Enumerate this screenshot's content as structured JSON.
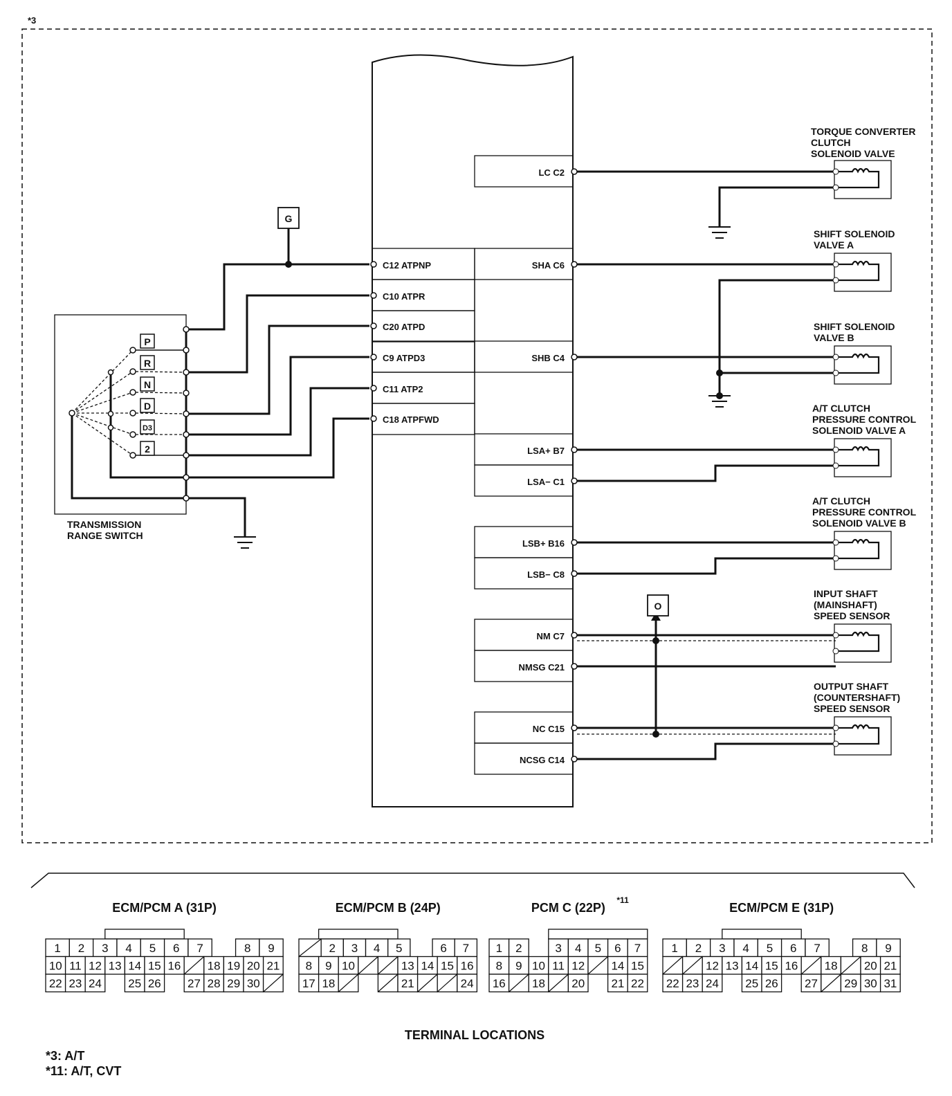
{
  "scope_note": "*3",
  "ecm_pins": {
    "lc_c2": "LC C2",
    "c12_atpnp": "C12 ATPNP",
    "c10_atpr": "C10 ATPR",
    "c20_atpd": "C20 ATPD",
    "c9_atpd3": "C9 ATPD3",
    "c11_atp2": "C11 ATP2",
    "c18_atpfwd": "C18 ATPFWD",
    "sha_c6": "SHA C6",
    "shb_c4": "SHB C4",
    "lsa_plus_b7": "LSA+ B7",
    "lsa_minus_c1": "LSA− C1",
    "lsb_plus_b16": "LSB+ B16",
    "lsb_minus_c8": "LSB− C8",
    "nm_c7": "NM C7",
    "nmsg_c21": "NMSG C21",
    "nc_c15": "NC C15",
    "ncsg_c14": "NCSG C14"
  },
  "markers": {
    "g": "G",
    "o": "O"
  },
  "range_switch": {
    "label_line1": "TRANSMISSION",
    "label_line2": "RANGE SWITCH",
    "positions": [
      "P",
      "R",
      "N",
      "D",
      "D3",
      "2"
    ]
  },
  "components": {
    "tcc_l1": "TORQUE CONVERTER",
    "tcc_l2": "CLUTCH",
    "tcc_l3": "SOLENOID VALVE",
    "ssa_l1": "SHIFT SOLENOID",
    "ssa_l2": "VALVE A",
    "ssb_l1": "SHIFT SOLENOID",
    "ssb_l2": "VALVE B",
    "pca_l1": "A/T CLUTCH",
    "pca_l2": "PRESSURE CONTROL",
    "pca_l3": "SOLENOID VALVE A",
    "pcb_l1": "A/T CLUTCH",
    "pcb_l2": "PRESSURE CONTROL",
    "pcb_l3": "SOLENOID VALVE B",
    "iss_l1": "INPUT SHAFT",
    "iss_l2": "(MAINSHAFT)",
    "iss_l3": "SPEED SENSOR",
    "oss_l1": "OUTPUT SHAFT",
    "oss_l2": "(COUNTERSHAFT)",
    "oss_l3": "SPEED SENSOR"
  },
  "connectors": [
    {
      "title": "ECM/PCM A (31P)",
      "rows": [
        [
          "1",
          "2",
          "3",
          "4",
          "5",
          "6",
          "7",
          "",
          "8",
          "9"
        ],
        [
          "10",
          "11",
          "12",
          "13",
          "14",
          "15",
          "16",
          "/",
          "18",
          "19",
          "20",
          "21"
        ],
        [
          "22",
          "23",
          "24",
          "",
          "25",
          "26",
          "",
          "27",
          "28",
          "29",
          "30",
          "/"
        ]
      ]
    },
    {
      "title": "ECM/PCM B (24P)",
      "rows": [
        [
          "/",
          "2",
          "3",
          "4",
          "5",
          "",
          "6",
          "7"
        ],
        [
          "8",
          "9",
          "10",
          "/",
          "/",
          "13",
          "14",
          "15",
          "16"
        ],
        [
          "17",
          "18",
          "/",
          "",
          "/",
          "21",
          "/",
          "/",
          "24"
        ]
      ]
    },
    {
      "title": "PCM C (22P)",
      "title_note": "*11",
      "rows": [
        [
          "1",
          "2",
          "",
          "3",
          "4",
          "5",
          "6",
          "7"
        ],
        [
          "8",
          "9",
          "10",
          "11",
          "12",
          "/",
          "14",
          "15"
        ],
        [
          "16",
          "/",
          "18",
          "/",
          "20",
          "",
          "21",
          "22"
        ]
      ]
    },
    {
      "title": "ECM/PCM E (31P)",
      "rows": [
        [
          "1",
          "2",
          "3",
          "4",
          "5",
          "6",
          "7",
          "",
          "8",
          "9"
        ],
        [
          "/",
          "/",
          "12",
          "13",
          "14",
          "15",
          "16",
          "/",
          "18",
          "/",
          "20",
          "21"
        ],
        [
          "22",
          "23",
          "24",
          "",
          "25",
          "26",
          "",
          "27",
          "/",
          "29",
          "30",
          "31"
        ]
      ]
    }
  ],
  "caption": "TERMINAL LOCATIONS",
  "footnotes": [
    "*3: A/T",
    "*11: A/T, CVT"
  ]
}
